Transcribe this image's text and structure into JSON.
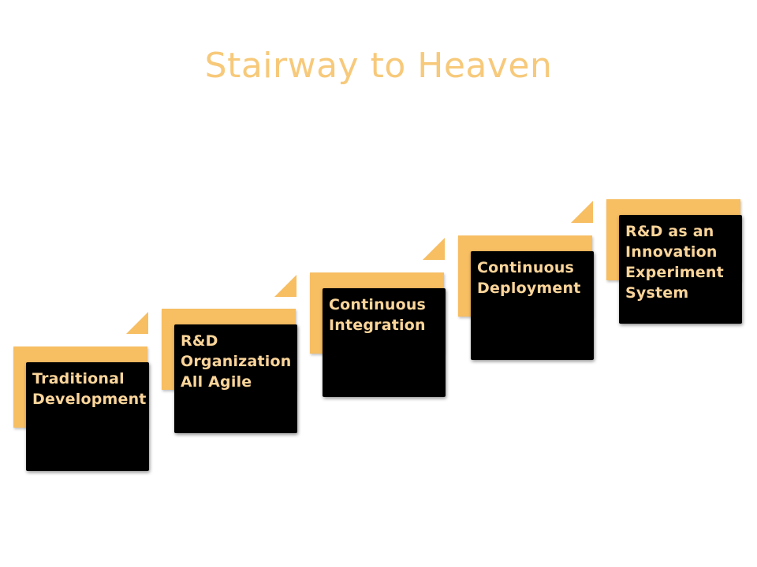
{
  "title": "Stairway to Heaven",
  "colors": {
    "title": "#f7c97a",
    "step_back": "#f7be62",
    "card": "#000000",
    "card_text": "#fbd59a"
  },
  "steps": [
    {
      "label": "Traditional\nDevelopment"
    },
    {
      "label": "R&D\nOrganization\nAll Agile"
    },
    {
      "label": "Continuous\nIntegration"
    },
    {
      "label": "Continuous\nDeployment"
    },
    {
      "label": "R&D as an\nInnovation\nExperiment\nSystem"
    }
  ]
}
